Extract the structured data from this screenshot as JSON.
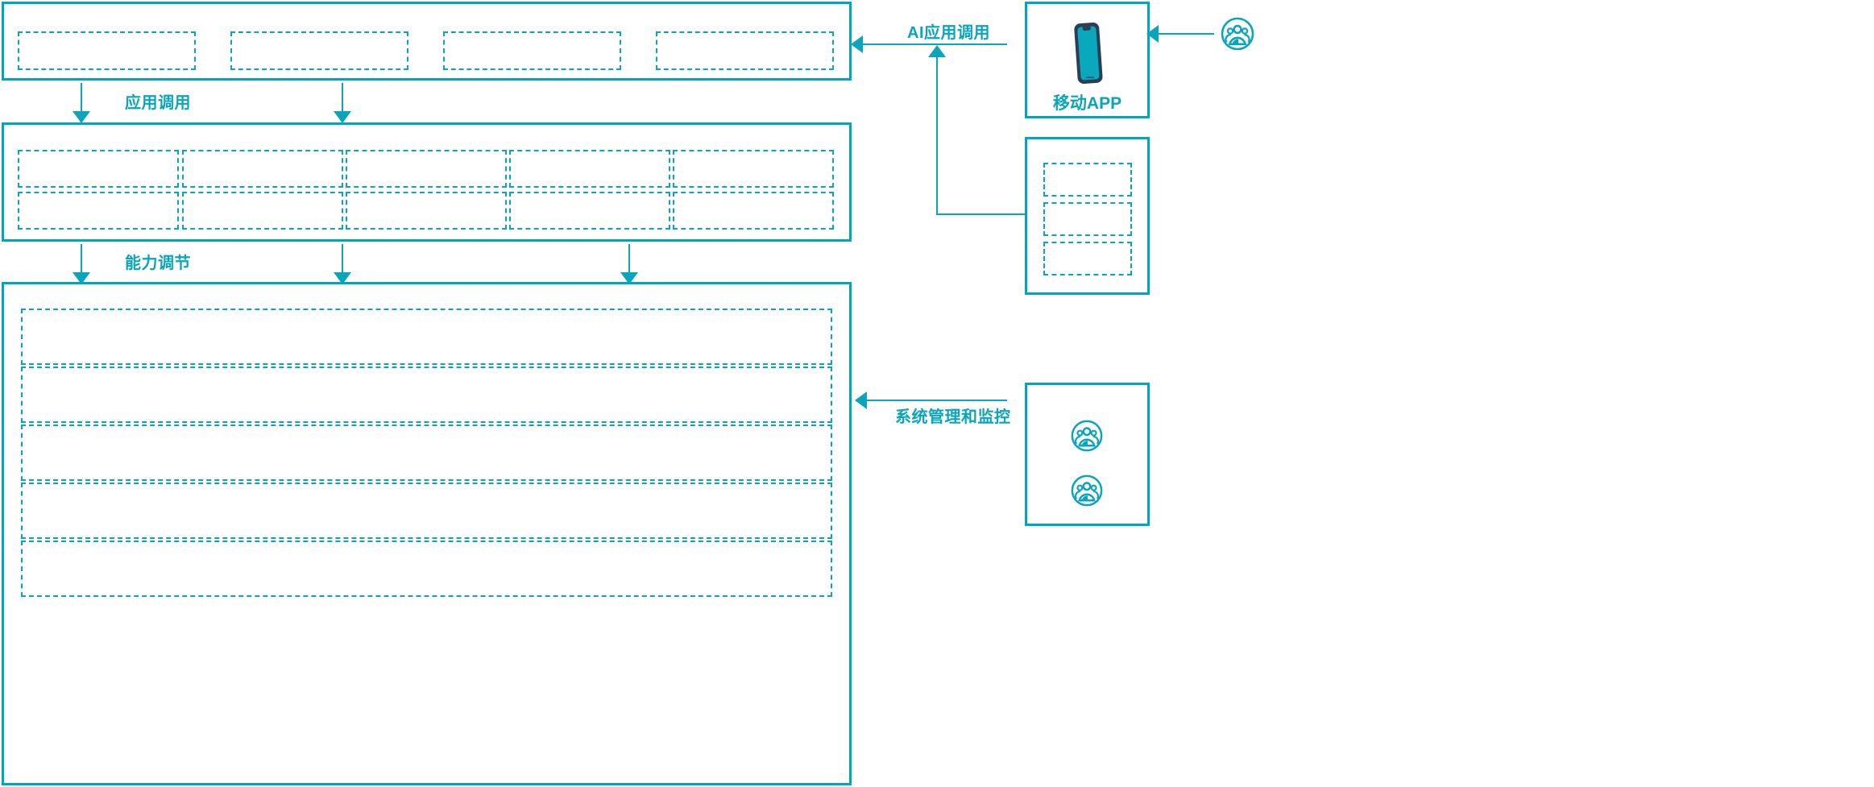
{
  "theme": {
    "accent": "#0aa5bb",
    "panel_border": "#00a6bd",
    "phone_frame": "#2c3e56",
    "phone_screen": "#0aa8bd",
    "background": "#ffffff"
  },
  "diagram": {
    "title": "",
    "layers": [
      {
        "id": "application-layer",
        "label": "",
        "slots": [
          "",
          "",
          "",
          ""
        ]
      },
      {
        "id": "capability-layer",
        "label": "",
        "columns": 5,
        "rows": 2,
        "slots": [
          "",
          "",
          "",
          "",
          "",
          "",
          "",
          "",
          "",
          ""
        ]
      },
      {
        "id": "platform-layer",
        "label": "",
        "slots": [
          "",
          "",
          "",
          "",
          ""
        ]
      }
    ],
    "flows": [
      {
        "id": "flow-app-call",
        "label": "应用调用",
        "direction": "down"
      },
      {
        "id": "flow-capability-tune",
        "label": "能力调节",
        "direction": "down"
      },
      {
        "id": "flow-ai-app-call",
        "label": "AI应用调用",
        "direction": "left"
      },
      {
        "id": "flow-system-mgmt",
        "label": "系统管理和监控",
        "direction": "left"
      }
    ],
    "right_nodes": [
      {
        "id": "mobile-app",
        "label": "移动APP",
        "icon": "smartphone-icon"
      },
      {
        "id": "channel-stack",
        "label": "",
        "slots": [
          "",
          "",
          ""
        ]
      },
      {
        "id": "operations",
        "label": "",
        "icons": [
          "user-group-icon",
          "user-group-icon"
        ]
      }
    ],
    "actors": [
      {
        "id": "end-user",
        "label": "",
        "icon": "user-group-icon"
      }
    ]
  }
}
